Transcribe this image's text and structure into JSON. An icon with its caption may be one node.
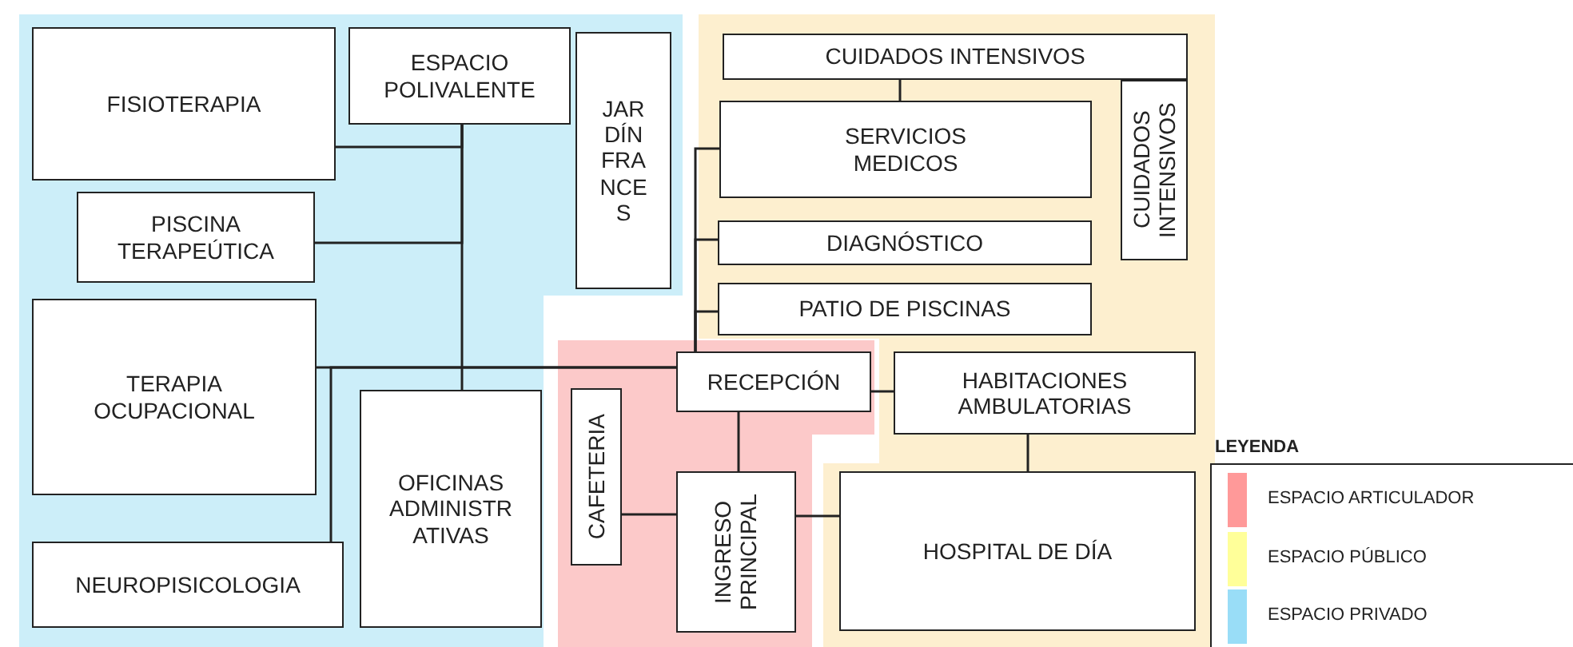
{
  "diagram": {
    "nodes": [
      {
        "text": [
          "FISIOTERAPIA"
        ]
      },
      {
        "text": [
          "ESPACIO POLIVALENTE"
        ]
      },
      {
        "text": [
          "JAR DÍN FRA NCE S"
        ]
      },
      {
        "text": [
          "PISCINA TERAPEÚTICA"
        ]
      },
      {
        "text": [
          "TERAPIA OCUPACIONAL"
        ]
      },
      {
        "text": [
          "NEUROPISICOLOGIA"
        ]
      },
      {
        "text": [
          "OFICINAS ADMINISTR ATIVAS"
        ]
      },
      {
        "text": [
          "CUIDADOS INTENSIVOS"
        ]
      },
      {
        "text": [
          "SERVICIOS MEDICOS"
        ]
      },
      {
        "text": [
          "CUIDADOS INTENSIVOS"
        ]
      },
      {
        "text": [
          "DIAGNÓSTICO"
        ]
      },
      {
        "text": [
          "PATIO DE PISCINAS"
        ]
      },
      {
        "text": [
          "RECEPCIÓN"
        ]
      },
      {
        "text": [
          "HABITACIONES AMBULATORIAS"
        ]
      },
      {
        "text": [
          "CAFETERIA"
        ]
      },
      {
        "text": [
          "INGRESO PRINCIPAL"
        ]
      },
      {
        "text": [
          "HOSPITAL DE DÍA"
        ]
      }
    ],
    "edges": [
      {
        "from": 0,
        "to": 1,
        "arrow": "none"
      },
      {
        "from": 3,
        "to": 1,
        "arrow": "none"
      },
      {
        "from": 1,
        "to": 6,
        "arrow": "none"
      },
      {
        "from": 4,
        "to": 12,
        "arrow": "none"
      },
      {
        "from": 5,
        "to": 12,
        "arrow": "none"
      },
      {
        "from": 12,
        "to": 8,
        "arrow": "none"
      },
      {
        "from": 12,
        "to": 10,
        "arrow": "none"
      },
      {
        "from": 12,
        "to": 11,
        "arrow": "none"
      },
      {
        "from": 7,
        "to": 8,
        "arrow": "none"
      },
      {
        "from": 12,
        "to": 13,
        "arrow": "none"
      },
      {
        "from": 12,
        "to": 15,
        "arrow": "none"
      },
      {
        "from": 14,
        "to": 15,
        "arrow": "none"
      },
      {
        "from": 15,
        "to": 16,
        "arrow": "none"
      },
      {
        "from": 13,
        "to": 16,
        "arrow": "none"
      }
    ],
    "labels": [
      "LEYENDA"
    ],
    "legend": [
      {
        "text": "ESPACIO ARTICULADOR",
        "color": "#ff9999"
      },
      {
        "text": "ESPACIO PÚBLICO",
        "color": "#ffff99"
      },
      {
        "text": "ESPACIO PRIVADO",
        "color": "#99ddf7"
      }
    ]
  }
}
